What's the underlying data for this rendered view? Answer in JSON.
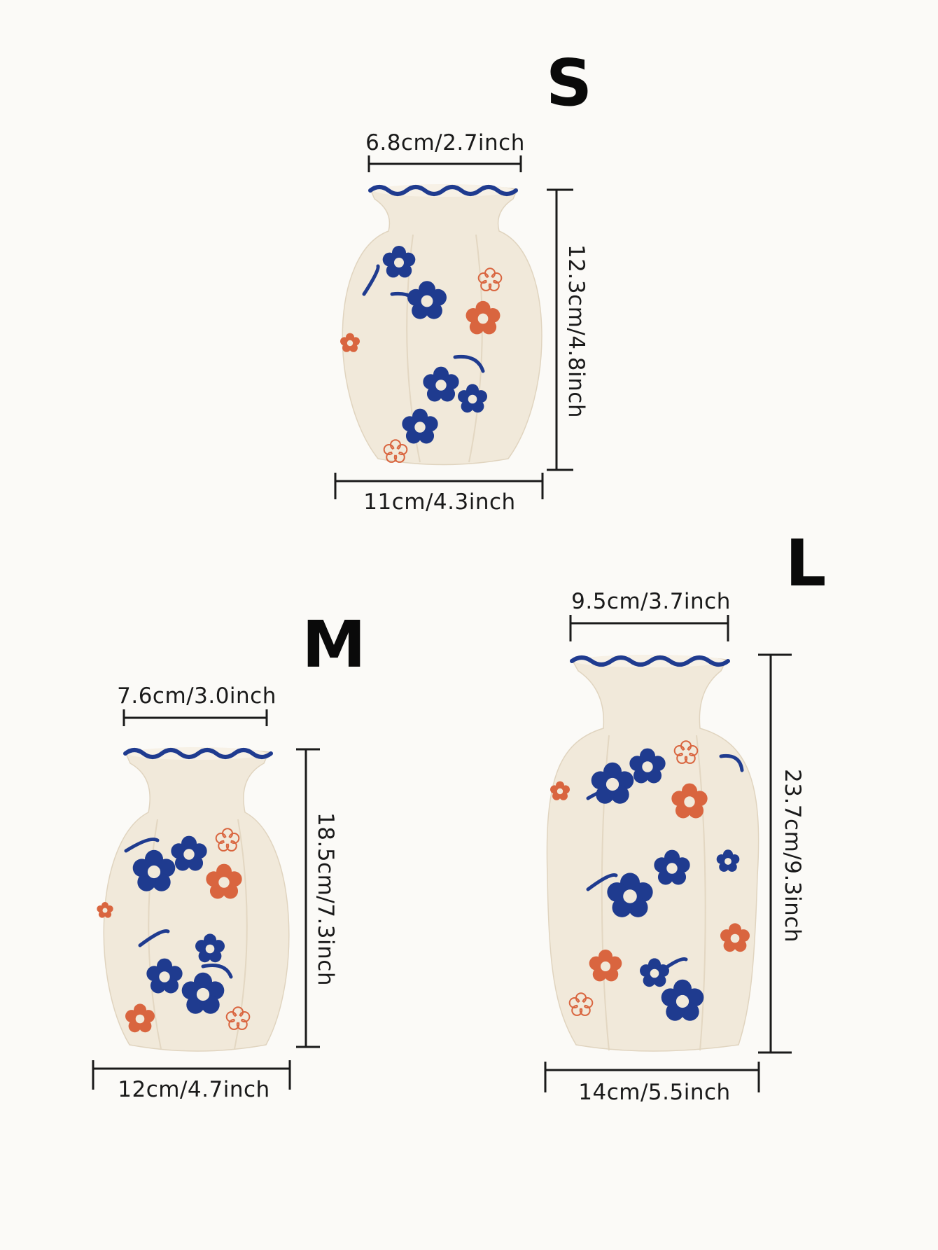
{
  "vases": {
    "small": {
      "size_label": "S",
      "top_width": "6.8cm/2.7inch",
      "height": "12.3cm/4.8inch",
      "bottom_width": "11cm/4.3inch"
    },
    "medium": {
      "size_label": "M",
      "top_width": "7.6cm/3.0inch",
      "height": "18.5cm/7.3inch",
      "bottom_width": "12cm/4.7inch"
    },
    "large": {
      "size_label": "L",
      "top_width": "9.5cm/3.7inch",
      "height": "23.7cm/9.3inch",
      "bottom_width": "14cm/5.5inch"
    }
  },
  "colors": {
    "background": "#fbfaf7",
    "glaze": "#f1e9da",
    "blue": "#1f3b8f",
    "orange": "#d9653f"
  }
}
